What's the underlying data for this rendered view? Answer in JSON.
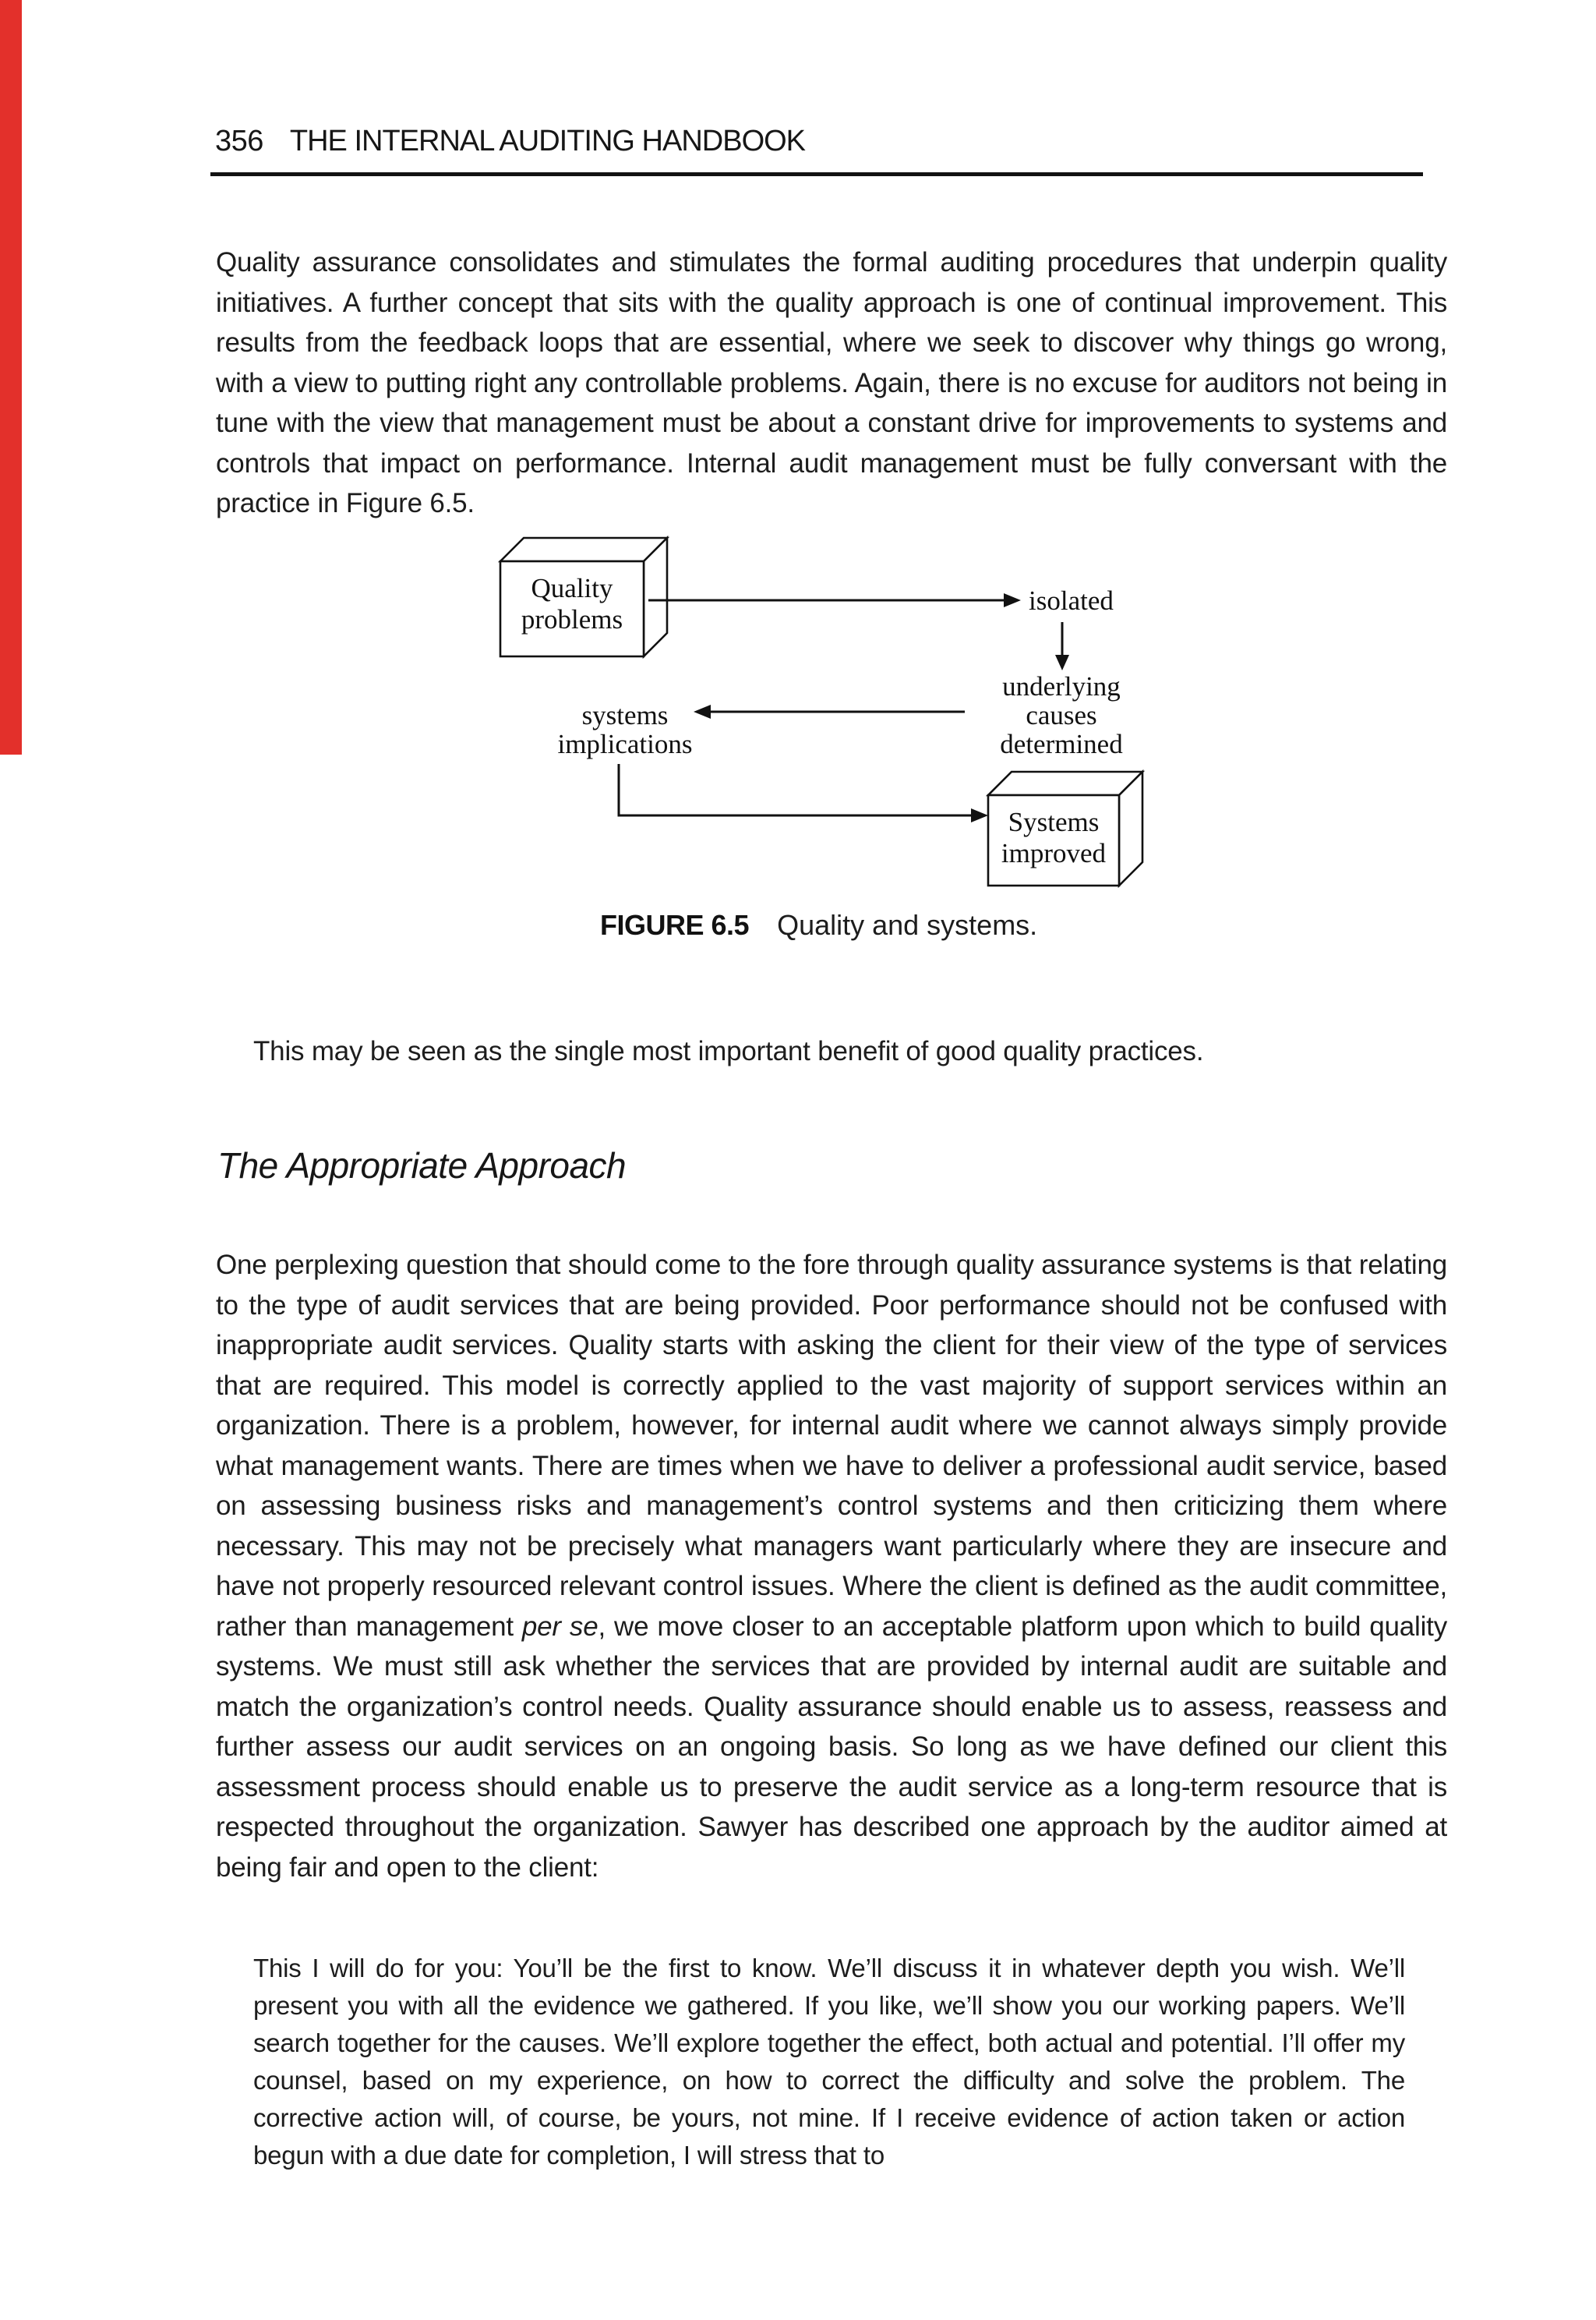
{
  "colors": {
    "edge_stripe": "#e3302b",
    "text": "#1b1b1b",
    "rule": "#121212"
  },
  "header": {
    "page_number": "356",
    "book_title": "THE INTERNAL AUDITING HANDBOOK"
  },
  "paragraph1": "Quality assurance consolidates and stimulates the formal auditing procedures that underpin quality initiatives. A further concept that sits with the quality approach is one of continual improvement. This results from the feedback loops that are essential, where we seek to discover why things go wrong, with a view to putting right any controllable problems. Again, there is no excuse for auditors not being in tune with the view that management must be about a constant drive for improvements to systems and controls that impact on performance. Internal audit management must be fully conversant with the practice in Figure 6.5.",
  "figure": {
    "caption_label": "FIGURE 6.5",
    "caption_text": "Quality and systems.",
    "nodes": {
      "box1_line1": "Quality",
      "box1_line2": "problems",
      "isolated": "isolated",
      "underlying_line1": "underlying",
      "underlying_line2": "causes",
      "underlying_line3": "determined",
      "systems_line1": "systems",
      "systems_line2": "implications",
      "box2_line1": "Systems",
      "box2_line2": "improved"
    }
  },
  "benefit_sentence": "This may be seen as the single most important benefit of good quality practices.",
  "section_heading": "The Appropriate Approach",
  "paragraph2": {
    "lead": "One perplexing question that should come to the fore through quality assurance systems is that relating to the type of audit services that are being provided. Poor performance should not be confused with inappropriate audit services. Quality starts with asking the client for their view of the type of services that are required. This model is correctly applied to the vast majority of support services within an organization. There is a problem, however, for internal audit where we cannot always simply provide what management wants. There are times when we have to deliver a professional audit service, based on assessing business risks and management’s control systems and then criticizing them where necessary. This may not be precisely what managers want particularly where they are insecure and have not properly resourced relevant control issues. Where the client is defined as the audit committee, rather than management ",
    "emphasis": "per se",
    "tail": ", we move closer to an acceptable platform upon which to build quality systems. We must still ask whether the services that are provided by internal audit are suitable and match the organization’s control needs. Quality assurance should enable us to assess, reassess and further assess our audit services on an ongoing basis. So long as we have defined our client this assessment process should enable us to preserve the audit service as a long-term resource that is respected throughout the organization. Sawyer has described one approach by the auditor aimed at being fair and open to the client:"
  },
  "quote": "This I will do for you: You’ll be the first to know. We’ll discuss it in whatever depth you wish. We’ll present you with all the evidence we gathered. If you like, we’ll show you our working papers. We’ll search together for the causes. We’ll explore together the effect, both actual and potential. I’ll offer my counsel, based on my experience, on how to correct the difficulty and solve the problem. The corrective action will, of course, be yours, not mine. If I receive evidence of action taken or action begun with a due date for completion, I will stress that to"
}
